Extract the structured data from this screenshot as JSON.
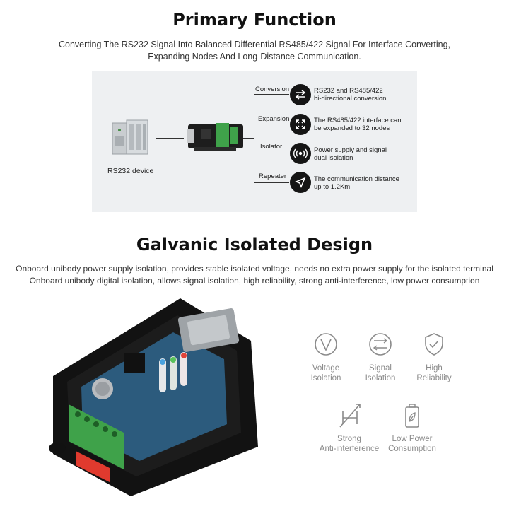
{
  "section1": {
    "title": "Primary Function",
    "subtitle_line1": "Converting The RS232 Signal Into Balanced Differential RS485/422 Signal For Interface Converting,",
    "subtitle_line2": "Expanding Nodes And Long-Distance Communication.",
    "device_label": "RS232 device",
    "functions": [
      {
        "tag": "Conversion",
        "line1": "RS232 and RS485/422",
        "line2": "bi-directional conversion",
        "icon": "arrows-exchange-icon"
      },
      {
        "tag": "Expansion",
        "line1": "The RS485/422 interface can",
        "line2": "be expanded to 32 nodes",
        "icon": "expand-arrows-icon"
      },
      {
        "tag": "Isolator",
        "line1": "Power supply and signal",
        "line2": "dual isolation",
        "icon": "signal-waves-icon"
      },
      {
        "tag": "Repeater",
        "line1": "The communication distance",
        "line2": "up to 1.2Km",
        "icon": "send-arrow-icon"
      }
    ]
  },
  "section2": {
    "title": "Galvanic Isolated Design",
    "line1": "Onboard unibody power supply isolation, provides stable isolated voltage, needs no extra power supply for the isolated terminal",
    "line2": "Onboard unibody digital isolation, allows signal isolation, high reliability, strong anti-interference, low power consumption",
    "features": [
      {
        "line1": "Voltage",
        "line2": "Isolation",
        "icon": "voltage-icon"
      },
      {
        "line1": "Signal",
        "line2": "Isolation",
        "icon": "signal-icon"
      },
      {
        "line1": "High",
        "line2": "Reliability",
        "icon": "shield-check-icon"
      },
      {
        "line1": "Strong",
        "line2": "Anti-interference",
        "icon": "anti-interference-icon"
      },
      {
        "line1": "Low Power",
        "line2": "Consumption",
        "icon": "battery-icon"
      }
    ]
  },
  "colors": {
    "icon_circle": "#151515",
    "feature_icon": "#8a8a8a",
    "pcb_blue": "#2c5b7d",
    "terminal_green": "#3fa24a",
    "rail_red": "#e03a2e"
  }
}
